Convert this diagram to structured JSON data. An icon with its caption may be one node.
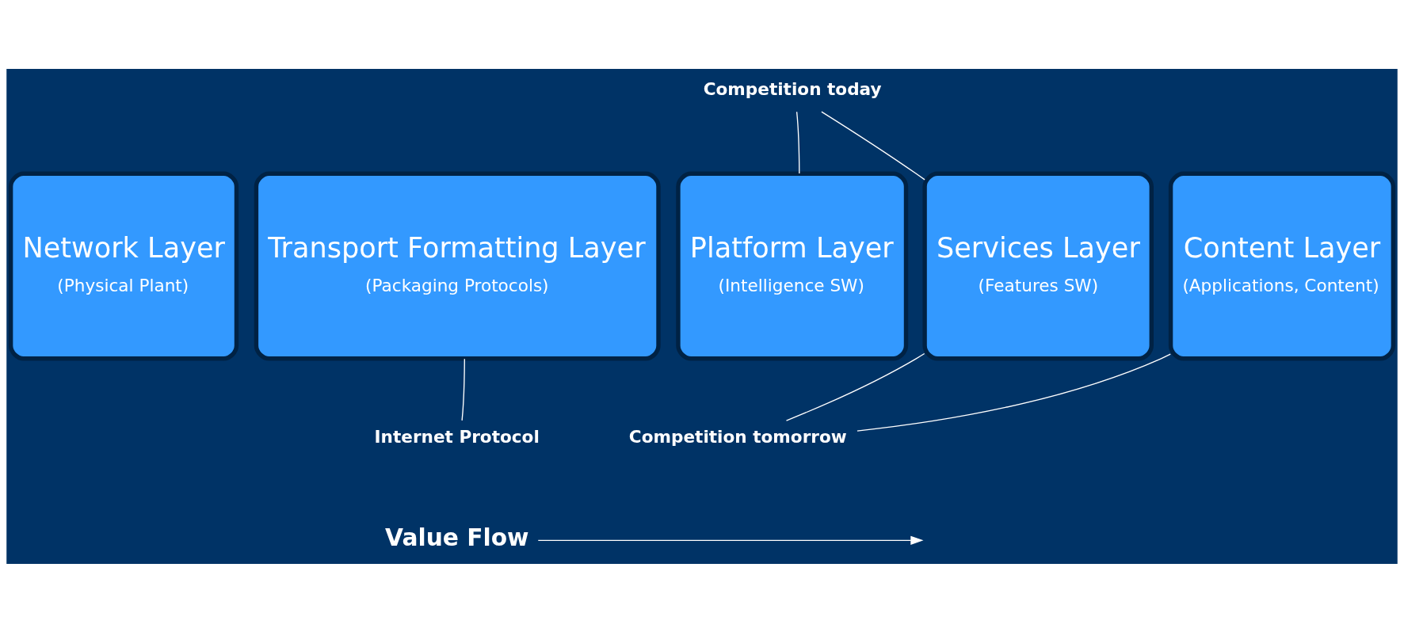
{
  "diagram": {
    "nodes": [
      {
        "text": [
          "Network Layer",
          "(Physical Plant)"
        ]
      },
      {
        "text": [
          "Transport Formatting Layer",
          "(Packaging Protocols)"
        ]
      },
      {
        "text": [
          "Platform Layer",
          "(Intelligence SW)"
        ]
      },
      {
        "text": [
          "Services Layer",
          "(Features SW)"
        ]
      },
      {
        "text": [
          "Content Layer",
          "(Applications, Content)"
        ]
      },
      {
        "text": [
          "Competition today"
        ]
      },
      {
        "text": [
          "Internet Protocol"
        ]
      },
      {
        "text": [
          "Competition tomorrow"
        ]
      },
      {
        "text": [
          "Value Flow"
        ]
      }
    ],
    "edges": [
      {
        "from": 5,
        "to": 2,
        "arrow": "none"
      },
      {
        "from": 5,
        "to": 3,
        "arrow": "none"
      },
      {
        "from": 6,
        "to": 1,
        "arrow": "none"
      },
      {
        "from": 7,
        "to": 3,
        "arrow": "none"
      },
      {
        "from": 7,
        "to": 4,
        "arrow": "none"
      },
      {
        "from": 8,
        "to": null,
        "arrow": "to"
      }
    ]
  }
}
